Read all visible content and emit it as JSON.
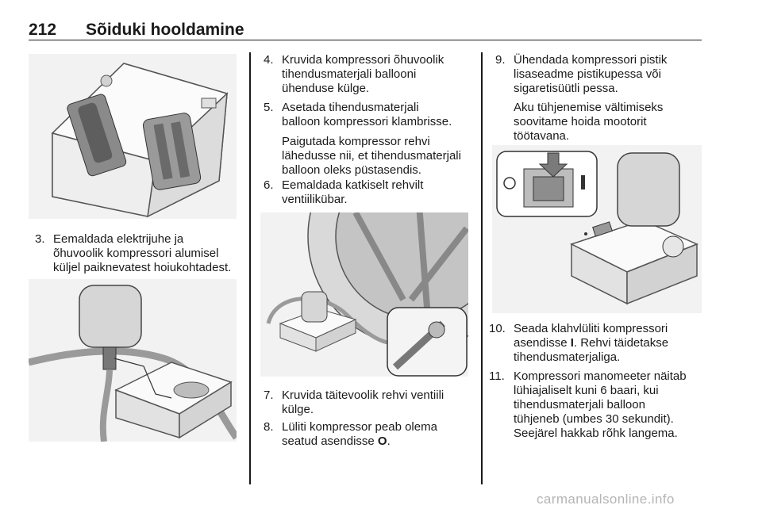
{
  "header": {
    "page_number": "212",
    "title": "Sõiduki hooldamine"
  },
  "steps": [
    {
      "num": "3.",
      "lines": [
        "Eemaldada elektrijuhe ja",
        "õhuvoolik kompressori alumisel",
        "küljel paiknevatest hoiukohtadest."
      ]
    },
    {
      "num": "4.",
      "lines": [
        "Kruvida kompressori õhuvoolik",
        "tihendusmaterjali ballooni",
        "ühenduse külge."
      ]
    },
    {
      "num": "5.",
      "lines": [
        "Asetada tihendusmaterjali",
        "balloon kompressori klambrisse."
      ]
    },
    {
      "num": "6.",
      "lines": [
        "Eemaldada katkiselt rehvilt",
        "ventiilikübar."
      ]
    },
    {
      "num": "7.",
      "lines": [
        "Kruvida täitevoolik rehvi ventiili",
        "külge."
      ]
    },
    {
      "num": "8.",
      "lines": [
        "Lüliti kompressor peab olema"
      ],
      "line2_prefix": "seatud asendisse ",
      "line2_symbol": "O",
      "line2_suffix": "."
    },
    {
      "num": "9.",
      "lines": [
        "Ühendada kompressori pistik",
        "lisaseadme pistikupessa või",
        "sigaretisüütli pessa."
      ]
    },
    {
      "num": "10.",
      "line1": "Seada klahvlüliti kompressori",
      "line2_prefix": "asendisse ",
      "line2_symbol": "I",
      "line2_suffix": ". Rehvi täidetakse",
      "line3": "tihendusmaterjaliga."
    },
    {
      "num": "11.",
      "lines": [
        "Kompressori manomeeter näitab",
        "lühiajaliselt kuni 6 baari, kui",
        "tihendusmaterjali balloon",
        "tühjeneb (umbes 30 sekundit).",
        "Seejärel hakkab rõhk langema."
      ]
    }
  ],
  "paragraphs": {
    "p5": [
      "Paigutada kompressor rehvi",
      "lähedusse nii, et tihendusmaterjali",
      "balloon oleks püstasendis."
    ],
    "p9": [
      "Aku tühjenemise vältimiseks",
      "soovitame hoida mootorit",
      "töötavana."
    ]
  },
  "watermark": "carmanualsonline.info"
}
